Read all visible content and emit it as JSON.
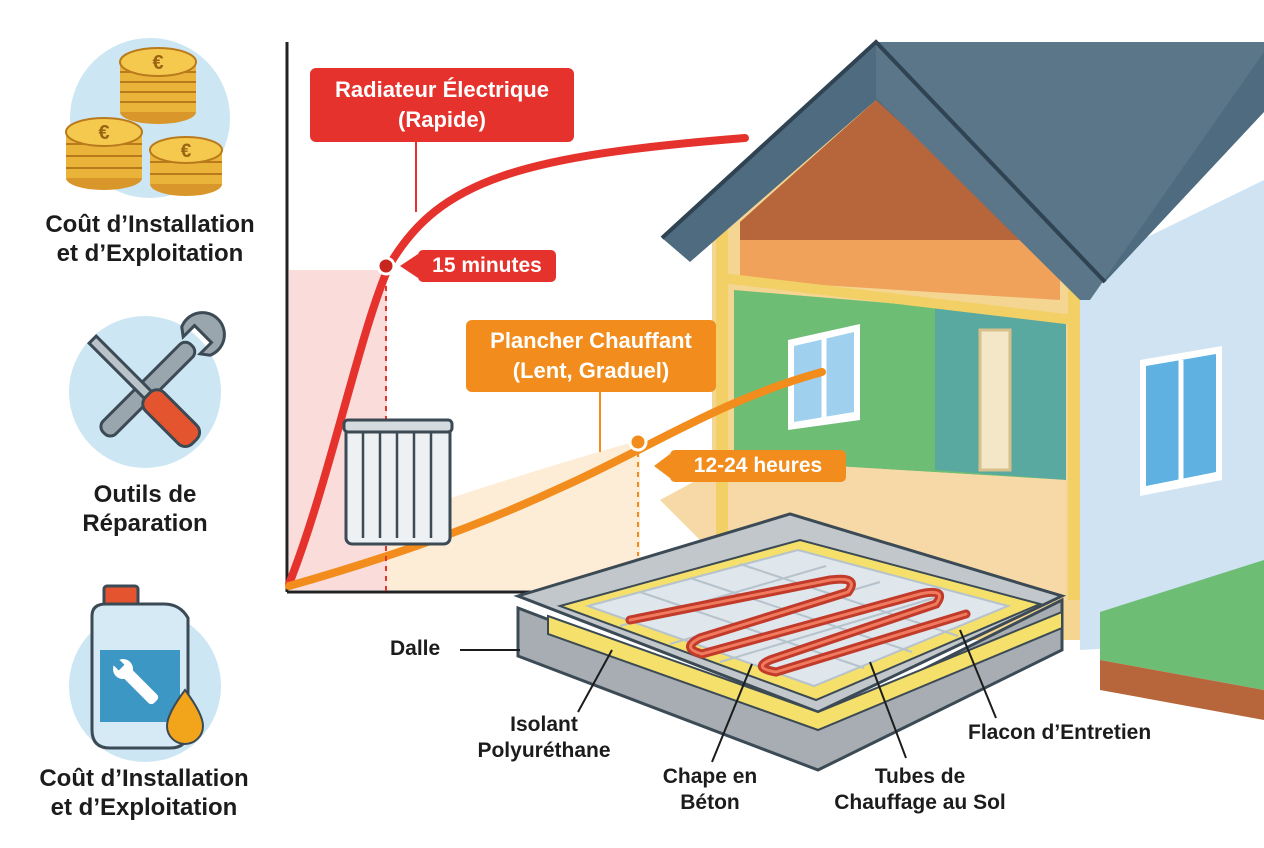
{
  "sidebar": {
    "items": [
      {
        "icon": "euro-coins-icon",
        "line1": "Coût d’Installation",
        "line2": "et d’Exploitation"
      },
      {
        "icon": "tools-icon",
        "line1": "Outils de",
        "line2": "Réparation"
      },
      {
        "icon": "maintenance-bottle-icon",
        "line1": "Coût d’Installation",
        "line2": "et d’Exploitation"
      }
    ]
  },
  "chart": {
    "radiator": {
      "title": "Radiateur Électrique",
      "subtitle": "(Rapide)",
      "time": "15 minutes"
    },
    "floor": {
      "title": "Plancher Chauffant",
      "subtitle": "(Lent, Graduel)",
      "time": "12-24 heures"
    }
  },
  "layers": {
    "dalle": "Dalle",
    "isolant_1": "Isolant",
    "isolant_2": "Polyuréthane",
    "chape_1": "Chape en",
    "chape_2": "Béton",
    "tubes_1": "Tubes de",
    "tubes_2": "Chauffage au Sol",
    "flacon": "Flacon d’Entretien"
  },
  "colors": {
    "radiator_red": "#e6322d",
    "floor_orange": "#f28c1c",
    "roof": "#4f6b7f",
    "wall_green": "#6dbd74",
    "wall_blue": "#cfe3f2",
    "insulation_yellow": "#f4e06a"
  }
}
